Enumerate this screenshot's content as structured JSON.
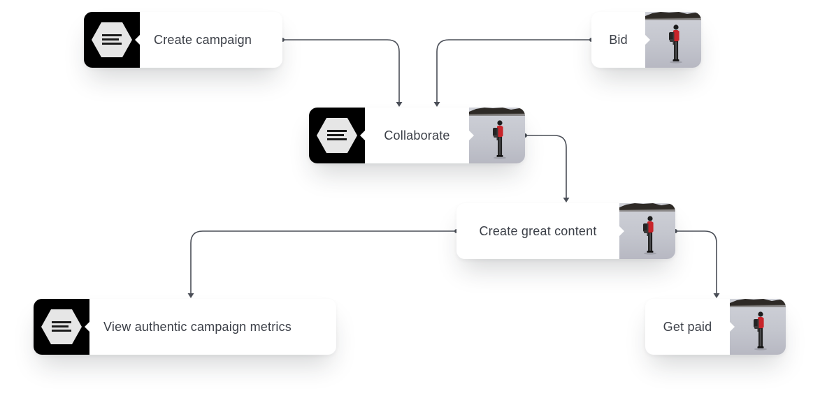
{
  "nodes": {
    "create_campaign": {
      "label": "Create campaign",
      "icon": "document-hexagon-icon"
    },
    "bid": {
      "label": "Bid",
      "image": "hiker-photo"
    },
    "collaborate": {
      "label": "Collaborate",
      "icon": "document-hexagon-icon",
      "image": "hiker-photo"
    },
    "create_content": {
      "label": "Create great content",
      "image": "hiker-photo"
    },
    "view_metrics": {
      "label": "View authentic campaign metrics",
      "icon": "document-hexagon-icon"
    },
    "get_paid": {
      "label": "Get paid",
      "image": "hiker-photo"
    }
  },
  "edges": [
    {
      "from": "Create campaign",
      "to": "Collaborate"
    },
    {
      "from": "Bid",
      "to": "Collaborate"
    },
    {
      "from": "Collaborate",
      "to": "Create great content"
    },
    {
      "from": "Create great content",
      "to": "View authentic campaign metrics"
    },
    {
      "from": "Create great content",
      "to": "Get paid"
    }
  ],
  "colors": {
    "connector": "#4a4e57",
    "icon_background": "#000000",
    "icon_hexagon": "#e6e6e6",
    "text": "#3b3f47",
    "jacket": "#c8242a"
  }
}
